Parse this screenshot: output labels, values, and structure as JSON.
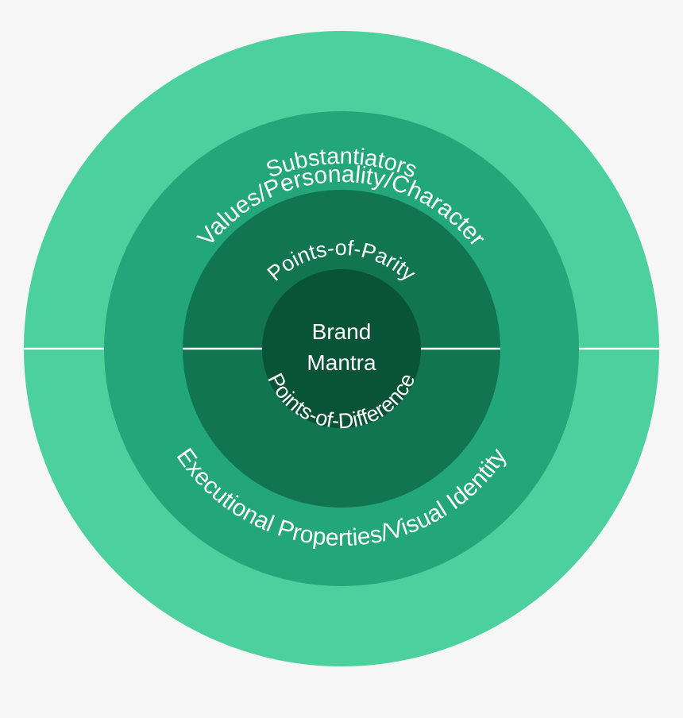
{
  "diagram": {
    "rings": {
      "outer": {
        "top_label": "Values/Personality/Character",
        "bottom_label": "Executional Properties/Visual Identity",
        "color": "#4cd19e"
      },
      "second": {
        "top_label": "Substantiators",
        "color": "#23a67a"
      },
      "third": {
        "top_label": "Points-of-Parity",
        "bottom_label": "Points-of-Difference",
        "color": "#117551"
      },
      "core": {
        "label_line1": "Brand",
        "label_line2": "Mantra",
        "color": "#095338"
      }
    },
    "divider_color": "#ffffff",
    "background_color": "#f6f6f6"
  }
}
